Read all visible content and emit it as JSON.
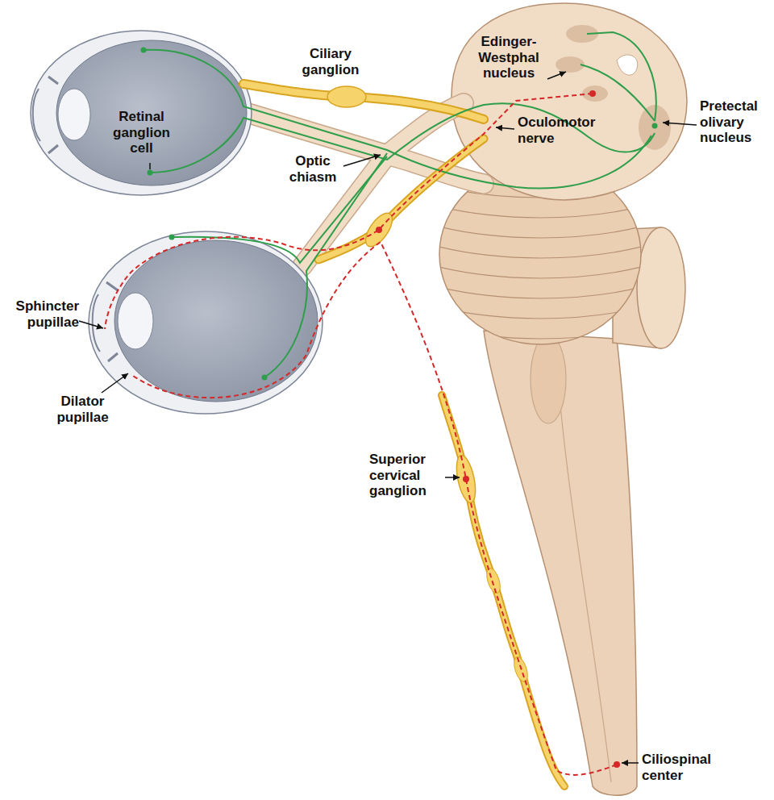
{
  "diagram": {
    "labels": [
      "Ciliary ganglion",
      "Edinger-Westphal nucleus",
      "Retinal ganglion cell",
      "Oculomotor nerve",
      "Pretectal olivary nucleus",
      "Optic chiasm",
      "Sphincter pupillae",
      "Dilator pupillae",
      "Superior cervical ganglion",
      "Ciliospinal center"
    ]
  }
}
